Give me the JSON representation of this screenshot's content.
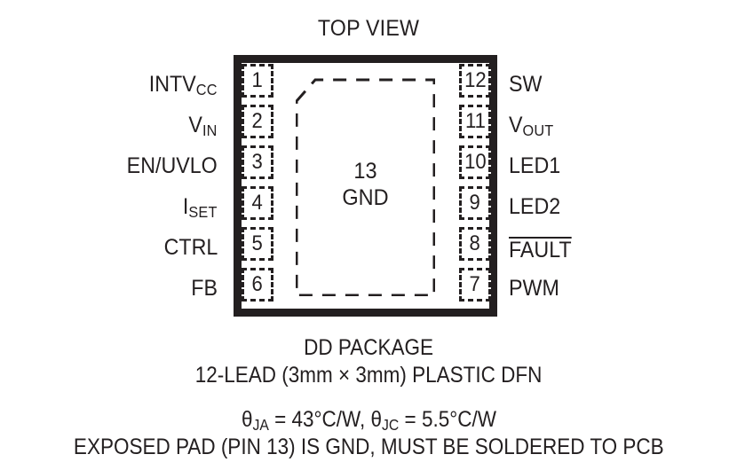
{
  "title": "TOP VIEW",
  "package": {
    "exposed_pad": {
      "pin_number": "13",
      "name": "GND"
    }
  },
  "pins": {
    "left": [
      {
        "number": "1",
        "label": "INTV",
        "sub": "CC",
        "overline": false
      },
      {
        "number": "2",
        "label": "V",
        "sub": "IN",
        "overline": false
      },
      {
        "number": "3",
        "label": "EN/UVLO",
        "sub": "",
        "overline": false
      },
      {
        "number": "4",
        "label": "I",
        "sub": "SET",
        "overline": false
      },
      {
        "number": "5",
        "label": "CTRL",
        "sub": "",
        "overline": false
      },
      {
        "number": "6",
        "label": "FB",
        "sub": "",
        "overline": false
      }
    ],
    "right": [
      {
        "number": "12",
        "label": "SW",
        "sub": "",
        "overline": false
      },
      {
        "number": "11",
        "label": "V",
        "sub": "OUT",
        "overline": false
      },
      {
        "number": "10",
        "label": "LED1",
        "sub": "",
        "overline": false
      },
      {
        "number": "9",
        "label": "LED2",
        "sub": "",
        "overline": false
      },
      {
        "number": "8",
        "label": "FAULT",
        "sub": "",
        "overline": true
      },
      {
        "number": "7",
        "label": "PWM",
        "sub": "",
        "overline": false
      }
    ]
  },
  "captions": {
    "package_name": "DD PACKAGE",
    "lead_spec": "12-LEAD (3mm × 3mm) PLASTIC DFN",
    "thermal_theta_symbol": "θ",
    "thermal_ja_sub": "JA",
    "thermal_ja_value": "= 43°C/W,",
    "thermal_jc_sub": "JC",
    "thermal_jc_value": "= 5.5°C/W",
    "exposed_pad_note": "EXPOSED PAD (PIN 13) IS GND, MUST BE SOLDERED TO PCB"
  },
  "colors": {
    "ink": "#231f20",
    "background": "#ffffff"
  }
}
